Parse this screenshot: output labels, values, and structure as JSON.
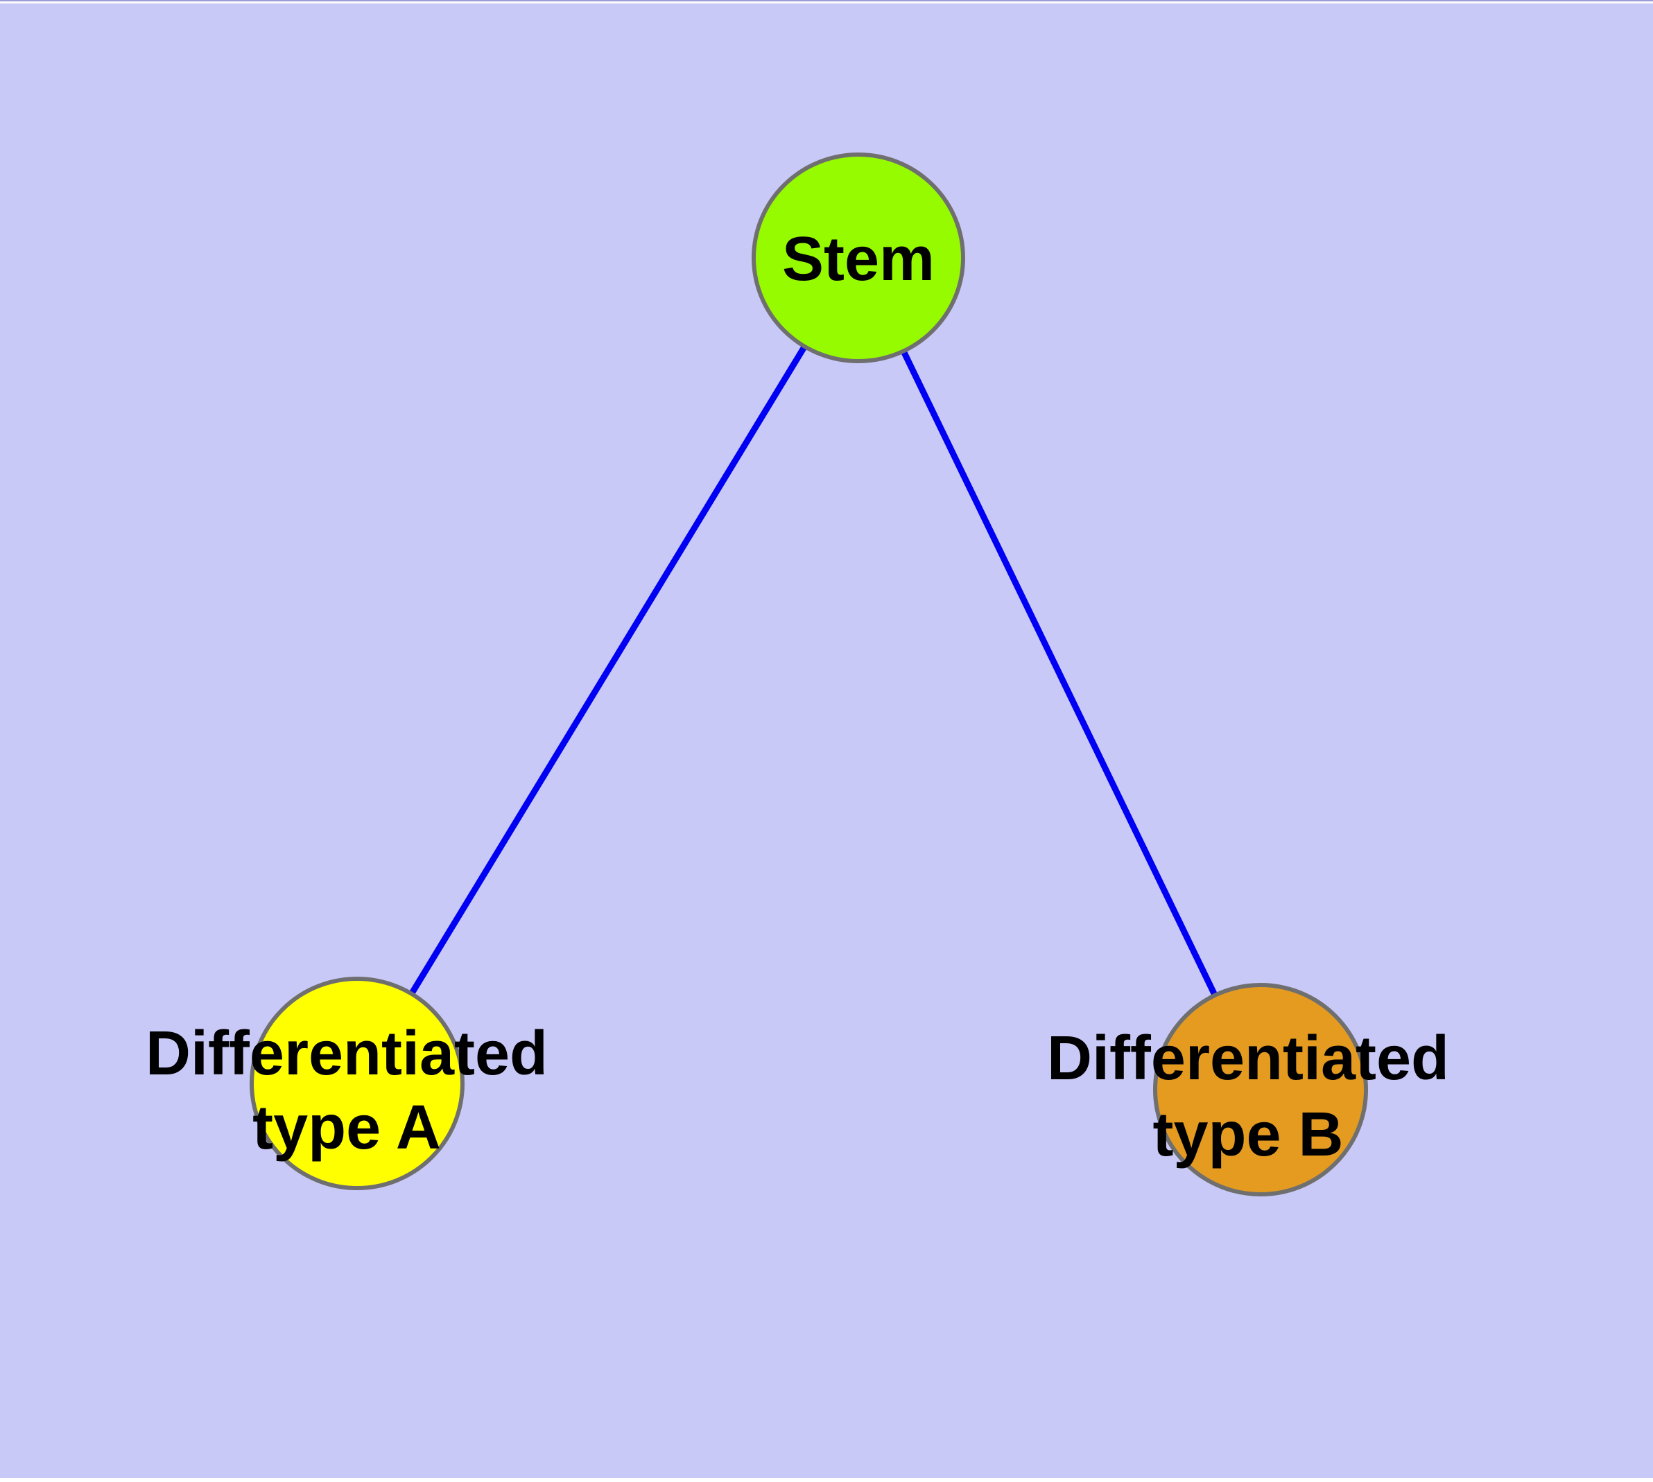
{
  "diagram": {
    "background_color": "#c9c9f8",
    "top_border_dark_color": "#9c9cd8",
    "top_border_light_color": "#fdfdff",
    "bottom_margin_color": "#ffffff",
    "edge_color": "#0000f2",
    "node_border_color": "#6f6f6f",
    "text_color": "#000000",
    "nodes": [
      {
        "id": "stem",
        "label": "Stem",
        "fill": "#97fb00",
        "lines": [
          "Stem"
        ]
      },
      {
        "id": "differentiated-type-a",
        "label": "Differentiated type A",
        "fill": "#ffff00",
        "lines": [
          "Differentiated",
          "type A"
        ]
      },
      {
        "id": "differentiated-type-b",
        "label": "Differentiated type B",
        "fill": "#e49b20",
        "lines": [
          "Differentiated",
          "type B"
        ]
      }
    ],
    "edges": [
      {
        "from": "Stem",
        "to": "Differentiated type A"
      },
      {
        "from": "Stem",
        "to": "Differentiated type B"
      }
    ]
  }
}
